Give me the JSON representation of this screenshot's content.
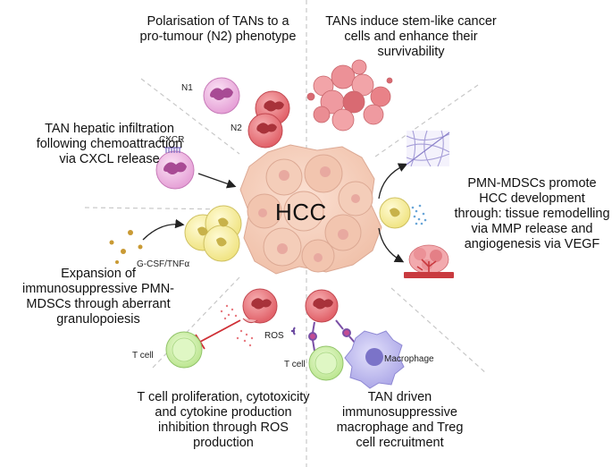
{
  "center": {
    "label": "HCC"
  },
  "panels": {
    "polarisation": "Polarisation of TANs to a pro-tumour (N2) phenotype",
    "stem_like": "TANs induce stem-like cancer cells and enhance their survivability",
    "infiltration": "TAN hepatic infiltration following chemoattraction via CXCL release",
    "pmn_mdsc_promote": "PMN-MDSCs promote HCC development through: tissue remodelling via MMP release and angiogenesis via VEGF",
    "expansion": "Expansion of immunosuppressive PMN-MDSCs through aberrant granulopoiesis",
    "tcell_inhibition": "T cell proliferation, cytotoxicity and cytokine production inhibition through ROS production",
    "macrophage_treg": "TAN driven immunosuppressive macrophage and Treg cell recruitment"
  },
  "labels": {
    "n1": "N1",
    "n2": "N2",
    "cxcr": "CXCR",
    "gcsf": "G-CSF/TNFα",
    "ros": "ROS",
    "tcell_left": "T cell",
    "tcell_right": "T cell",
    "macrophage": "Macrophage"
  },
  "colors": {
    "divider": "#c8c8c8",
    "n1_neutrophil": "#e7a6d9",
    "n2_neutrophil": "#e8676e",
    "tumour_cell": "#f2c8b3",
    "cancer_cluster": "#e88a8f",
    "pmn_mdsc": "#f6ef9f",
    "t_cell": "#c9ef9f",
    "macrophage": "#b9b5ee",
    "vessel": "#c93a3f"
  }
}
